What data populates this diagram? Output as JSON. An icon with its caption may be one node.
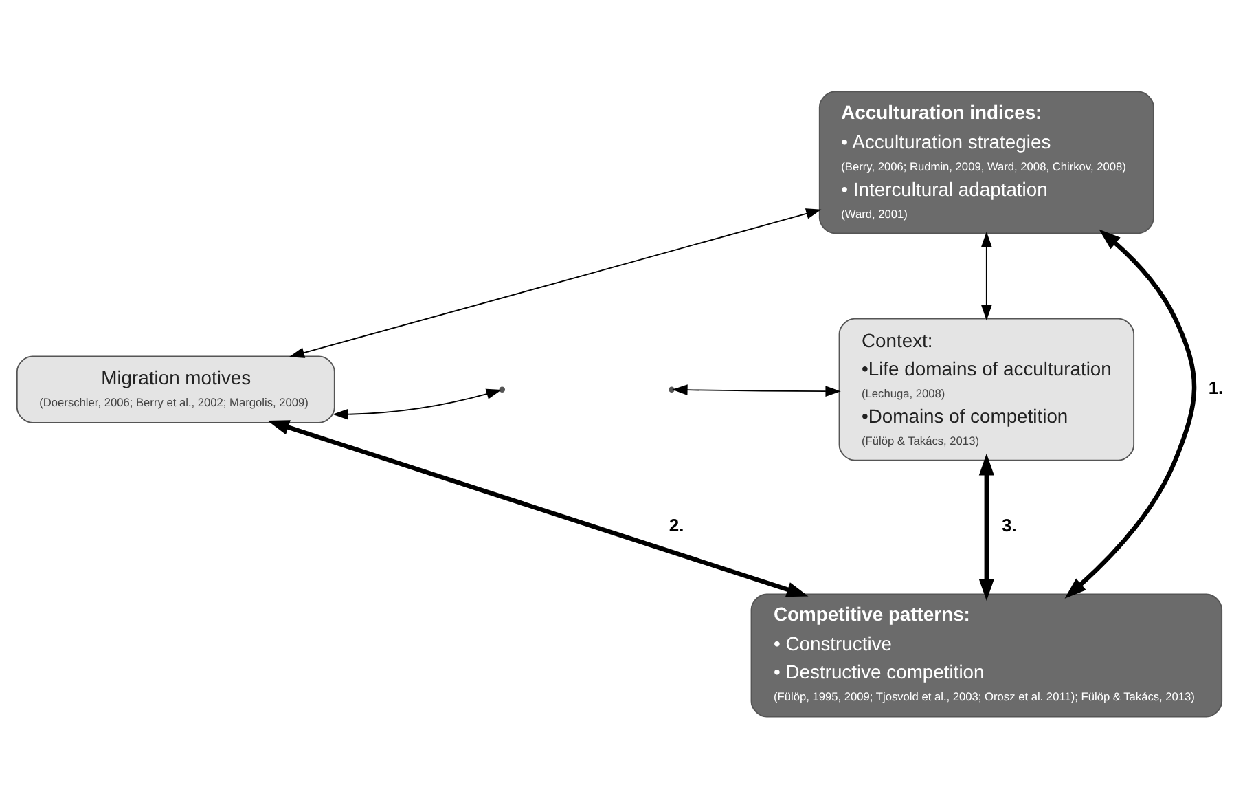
{
  "diagram": {
    "nodes": [
      {
        "text": [
          "Acculturation indices:",
          "• Acculturation strategies",
          "(Berry, 2006; Rudmin, 2009, Ward, 2008, Chirkov, 2008)",
          "• Intercultural adaptation",
          "(Ward, 2001)"
        ]
      },
      {
        "text": [
          "Migration motives",
          "(Doerschler, 2006; Berry et al., 2002; Margolis, 2009)"
        ]
      },
      {
        "text": [
          "Context:",
          "•Life domains of acculturation",
          "(Lechuga, 2008)",
          "•Domains of competition",
          "(Fülöp & Takács, 2013)"
        ]
      },
      {
        "text": [
          "Competitive patterns:",
          "• Constructive",
          "• Destructive competition",
          "(Fülöp, 1995, 2009; Tjosvold et al., 2003; Orosz et al. 2011); Fülöp & Takács, 2013)"
        ]
      }
    ],
    "edges": [
      {
        "from": 0,
        "to": 1,
        "arrow": "both"
      },
      {
        "from": 0,
        "to": 2,
        "arrow": "both"
      },
      {
        "from": 0,
        "to": 3,
        "arrow": "both",
        "style": "thick",
        "label": "1."
      },
      {
        "from": 1,
        "to": null,
        "arrow": "both"
      },
      {
        "from": 2,
        "to": null,
        "arrow": "both"
      },
      {
        "from": 1,
        "to": 3,
        "arrow": "both",
        "style": "thick",
        "label": "2."
      },
      {
        "from": 2,
        "to": 3,
        "arrow": "both",
        "style": "thick",
        "label": "3."
      }
    ]
  }
}
